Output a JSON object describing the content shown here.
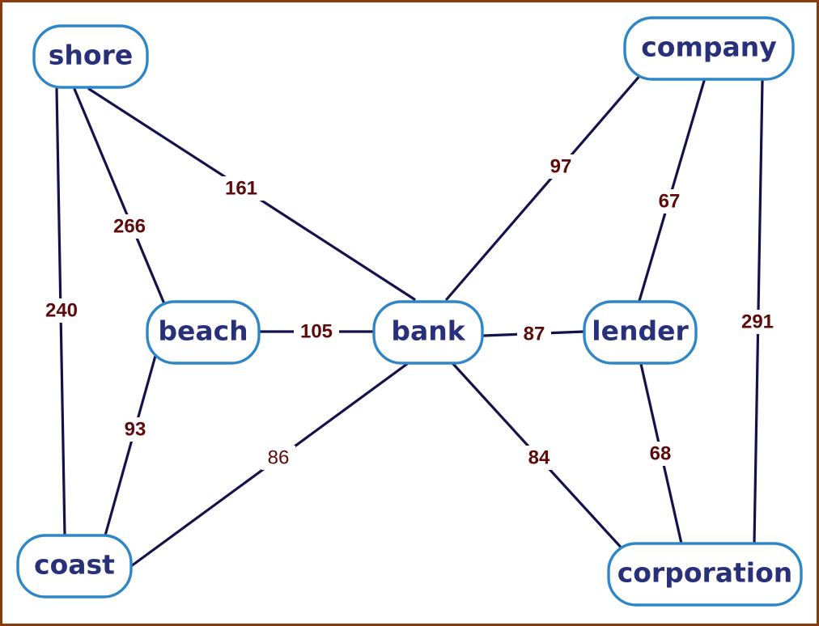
{
  "diagram": {
    "type": "weighted-undirected-graph",
    "colors": {
      "border": "#8b3a0e",
      "edge": "#14124a",
      "edge_label": "#5c0a0a",
      "node_stroke": "#2f86c6",
      "node_text": "#28307a"
    },
    "nodes": [
      {
        "id": "shore",
        "label": "shore"
      },
      {
        "id": "company",
        "label": "company"
      },
      {
        "id": "beach",
        "label": "beach"
      },
      {
        "id": "bank",
        "label": "bank"
      },
      {
        "id": "lender",
        "label": "lender"
      },
      {
        "id": "coast",
        "label": "coast"
      },
      {
        "id": "corporation",
        "label": "corporation"
      }
    ],
    "edges": [
      {
        "from": "shore",
        "to": "coast",
        "weight": "240"
      },
      {
        "from": "shore",
        "to": "beach",
        "weight": "266"
      },
      {
        "from": "shore",
        "to": "bank",
        "weight": "161"
      },
      {
        "from": "beach",
        "to": "bank",
        "weight": "105"
      },
      {
        "from": "beach",
        "to": "coast",
        "weight": "93"
      },
      {
        "from": "bank",
        "to": "coast",
        "weight": "86",
        "style": "light"
      },
      {
        "from": "bank",
        "to": "company",
        "weight": "97"
      },
      {
        "from": "bank",
        "to": "lender",
        "weight": "87"
      },
      {
        "from": "bank",
        "to": "corporation",
        "weight": "84"
      },
      {
        "from": "company",
        "to": "lender",
        "weight": "67"
      },
      {
        "from": "company",
        "to": "corporation",
        "weight": "291"
      },
      {
        "from": "lender",
        "to": "corporation",
        "weight": "68"
      }
    ]
  }
}
